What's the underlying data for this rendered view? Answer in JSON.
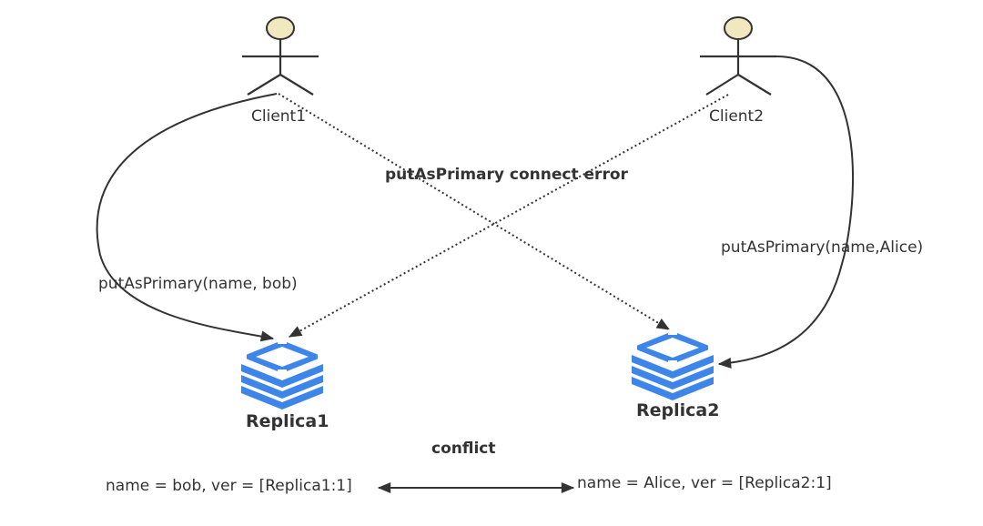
{
  "diagram": {
    "actors": [
      {
        "id": "client1",
        "label": "Client1"
      },
      {
        "id": "client2",
        "label": "Client2"
      }
    ],
    "replicas": [
      {
        "id": "replica1",
        "label": "Replica1"
      },
      {
        "id": "replica2",
        "label": "Replica2"
      }
    ],
    "edges": [
      {
        "from": "client1",
        "to": "replica1",
        "style": "solid",
        "label": "putAsPrimary(name, bob)"
      },
      {
        "from": "client2",
        "to": "replica2",
        "style": "solid",
        "label": "putAsPrimary(name,Alice)"
      },
      {
        "from": "client1",
        "to": "replica2",
        "style": "dotted",
        "label": ""
      },
      {
        "from": "client2",
        "to": "replica1",
        "style": "dotted",
        "label": ""
      }
    ],
    "cross_label": "putAsPrimary connect error",
    "conflict_label": "conflict",
    "state_left": "name = bob, ver = [Replica1:1]",
    "state_right": "name = Alice, ver = [Replica2:1]",
    "colors": {
      "line": "#333333",
      "actor_head": "#f2e8c0",
      "replica_blue": "#3d85e8"
    }
  }
}
